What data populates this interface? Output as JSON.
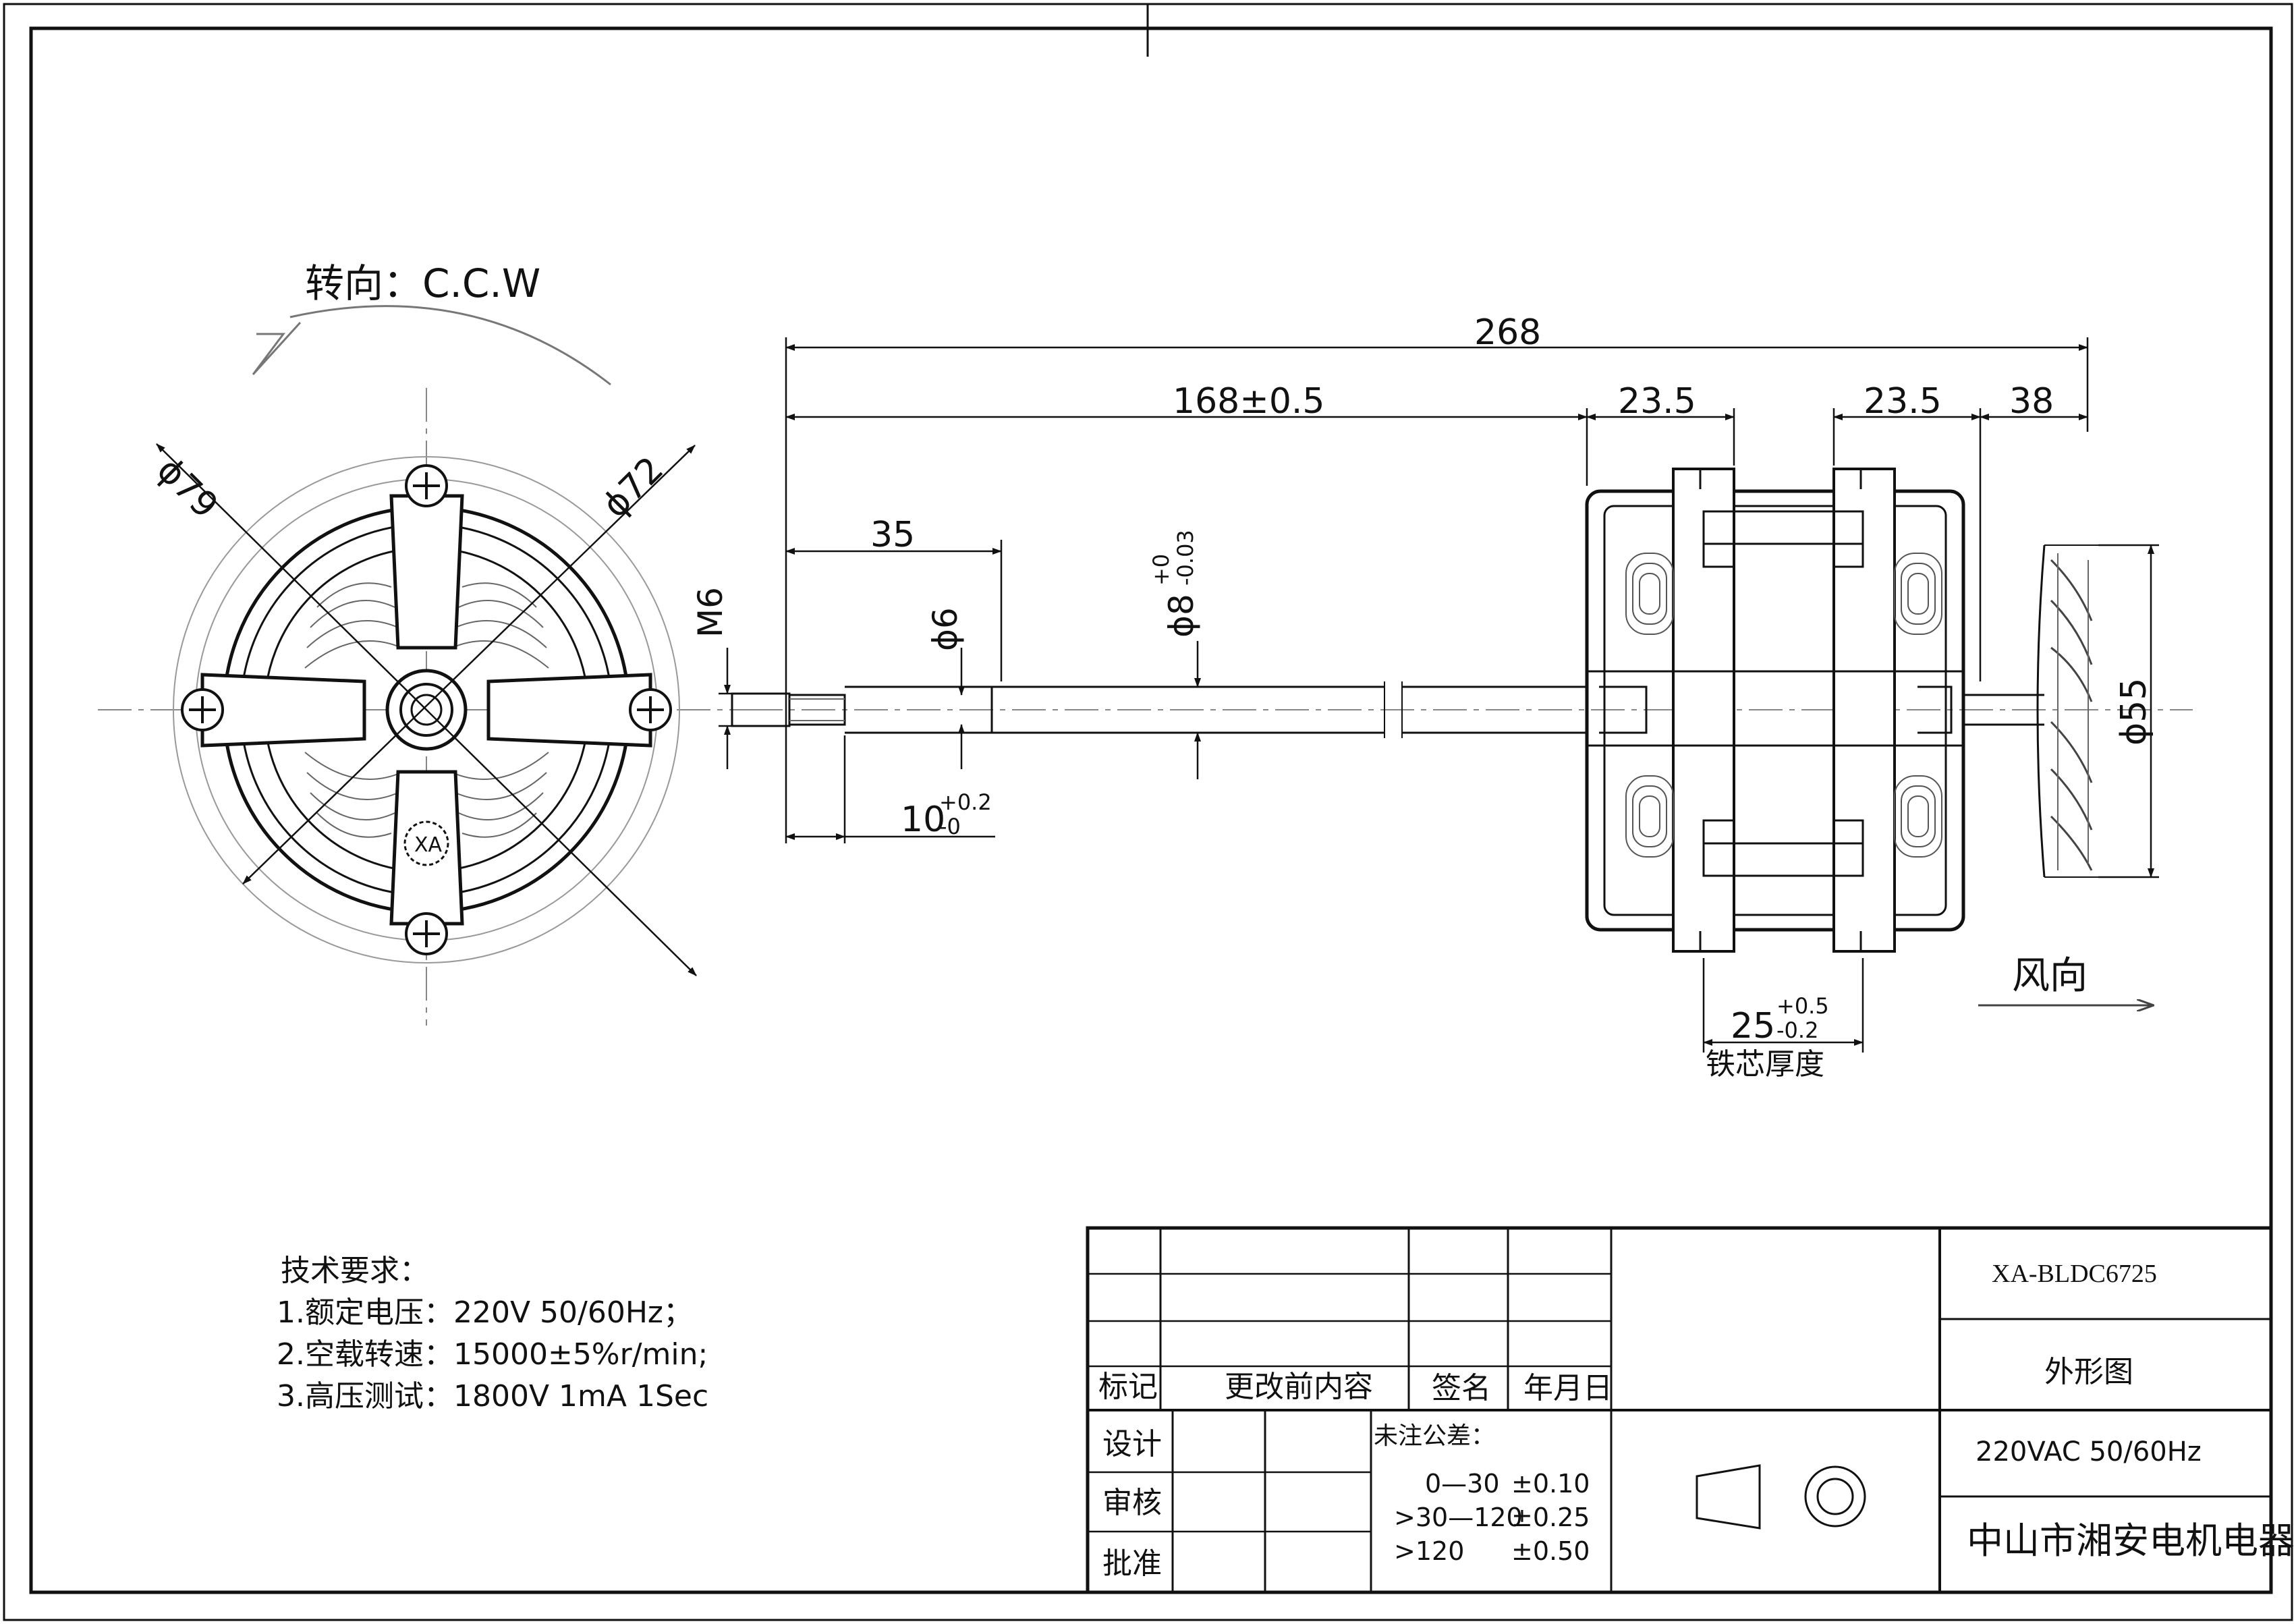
{
  "rotation": {
    "label": "转向：C.C.W"
  },
  "front_view": {
    "dims": {
      "outer_dia": "ϕ79",
      "mount_dia": "ϕ72"
    },
    "logo_text": "XA"
  },
  "side_view": {
    "dims": {
      "total_length": "268",
      "shaft_length": "168±0.5",
      "stator_left": "23.5",
      "stator_right": "23.5",
      "fan_length": "38",
      "thread_length": "35",
      "thread": "M6",
      "shaft_small": "ϕ6",
      "shaft_main": "ϕ8",
      "shaft_main_tol_upper": "+0",
      "shaft_main_tol_lower": "-0.03",
      "step_length": "10",
      "step_tol_upper": "+0.2",
      "step_tol_lower": "-0",
      "fan_dia": "ϕ55",
      "core_thickness": "25",
      "core_tol_upper": "+0.5",
      "core_tol_lower": "-0.2",
      "core_label": "铁芯厚度"
    },
    "airflow_label": "风向"
  },
  "tech_requirements": {
    "title": "技术要求：",
    "items": [
      "1.额定电压：220V  50/60Hz；",
      "2.空载转速：15000±5%r/min;",
      "3.高压测试：1800V  1mA  1Sec"
    ]
  },
  "title_block": {
    "headers": [
      "标记",
      "更改前内容",
      "签名",
      "年月日"
    ],
    "roles": [
      "设计",
      "审核",
      "批准"
    ],
    "tolerance_title": "未注公差：",
    "tolerances": [
      {
        "range": "0—30",
        "value": "±0.10"
      },
      {
        "range": ">30—120",
        "value": "±0.25"
      },
      {
        "range": ">120",
        "value": "±0.50"
      }
    ],
    "model": "XA-BLDC6725",
    "drawing_type": "外形图",
    "spec": "220VAC  50/60Hz",
    "company": "中山市湘安电机电器"
  }
}
